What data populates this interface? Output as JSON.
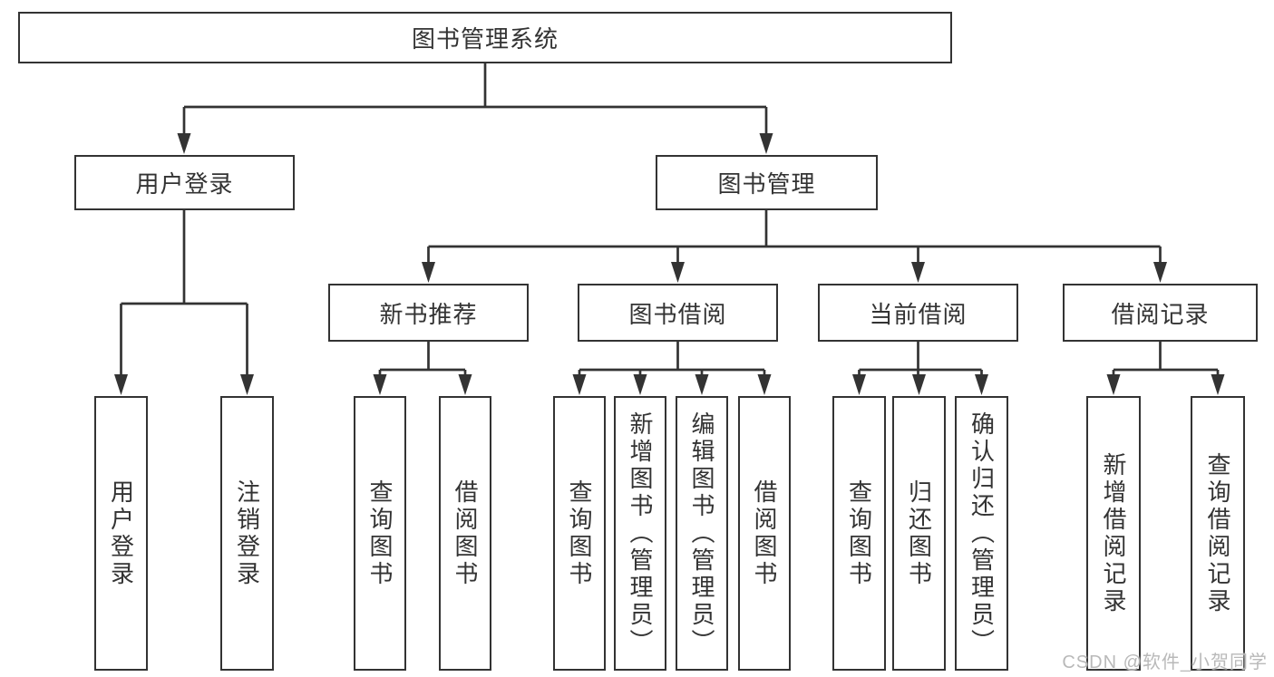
{
  "title": "图书管理系统",
  "watermark": "CSDN @软件_小贺同学",
  "colors": {
    "line": "#333333",
    "border": "#333333",
    "text": "#333333",
    "background": "#ffffff",
    "watermark": "#b9b9b9"
  },
  "tree": {
    "root": {
      "label": "图书管理系统"
    },
    "branches": [
      {
        "label": "用户登录",
        "children": [
          {
            "label": "用户登录"
          },
          {
            "label": "注销登录"
          }
        ]
      },
      {
        "label": "图书管理",
        "children": [
          {
            "label": "新书推荐",
            "children": [
              {
                "label": "查询图书"
              },
              {
                "label": "借阅图书"
              }
            ]
          },
          {
            "label": "图书借阅",
            "children": [
              {
                "label": "查询图书"
              },
              {
                "label": "新增图书（管理员）"
              },
              {
                "label": "编辑图书（管理员）"
              },
              {
                "label": "借阅图书"
              }
            ]
          },
          {
            "label": "当前借阅",
            "children": [
              {
                "label": "查询图书"
              },
              {
                "label": "归还图书"
              },
              {
                "label": "确认归还（管理员）"
              }
            ]
          },
          {
            "label": "借阅记录",
            "children": [
              {
                "label": "新增借阅记录"
              },
              {
                "label": "查询借阅记录"
              }
            ]
          }
        ]
      }
    ]
  }
}
